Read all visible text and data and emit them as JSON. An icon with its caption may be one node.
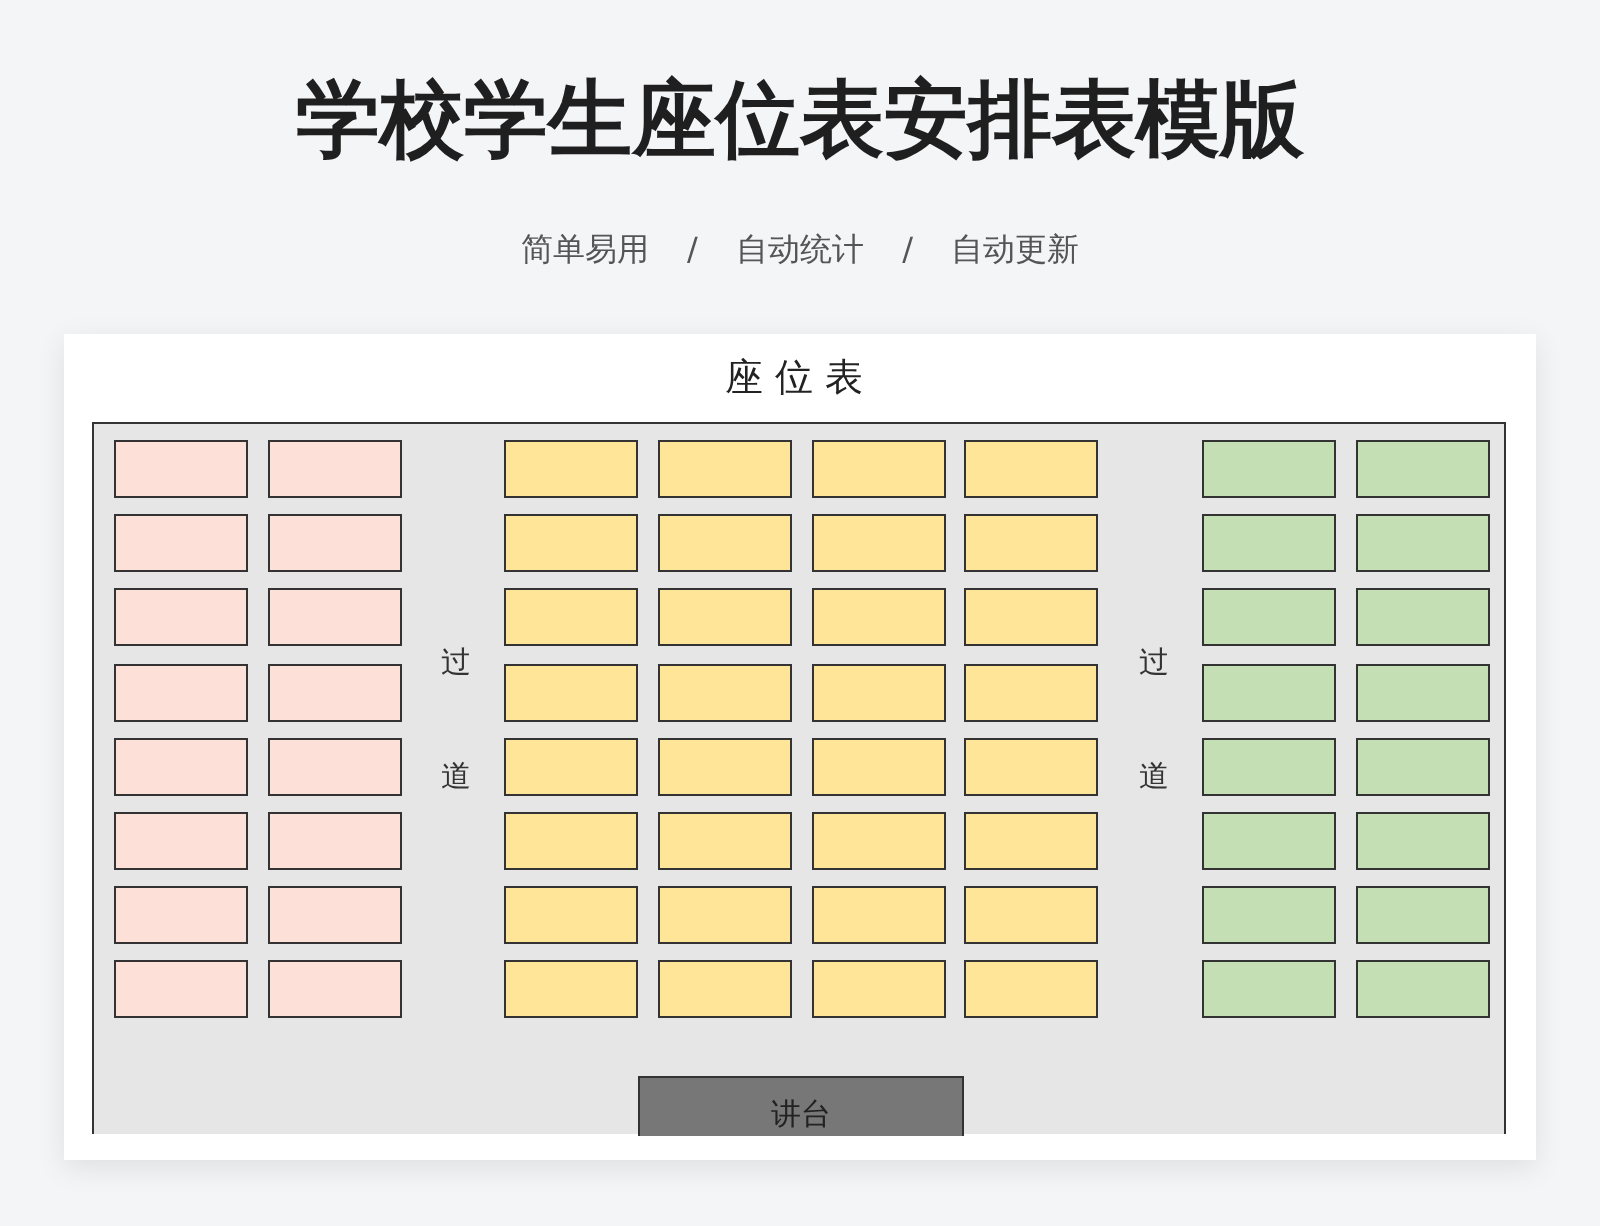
{
  "diagram": {
    "title": "学校学生座位表安排表模版",
    "nodes": [
      {
        "text": [
          "座位表"
        ]
      },
      {
        "text": [],
        "shape": "box",
        "in": 0
      },
      {
        "text": [],
        "shape": "box",
        "in": 1
      },
      {
        "text": [],
        "shape": "box",
        "in": 1
      },
      {
        "text": [],
        "shape": "box",
        "in": 1
      },
      {
        "text": [],
        "shape": "box",
        "in": 1
      },
      {
        "text": [],
        "shape": "box",
        "in": 1
      },
      {
        "text": [],
        "shape": "box",
        "in": 1
      },
      {
        "text": [],
        "shape": "box",
        "in": 1
      },
      {
        "text": [],
        "shape": "box",
        "in": 1
      },
      {
        "text": [],
        "shape": "box",
        "in": 1
      },
      {
        "text": [],
        "shape": "box",
        "in": 1
      },
      {
        "text": [],
        "shape": "box",
        "in": 1
      },
      {
        "text": [],
        "shape": "box",
        "in": 1
      },
      {
        "text": [],
        "shape": "box",
        "in": 1
      },
      {
        "text": [],
        "shape": "box",
        "in": 1
      },
      {
        "text": [],
        "shape": "box",
        "in": 1
      },
      {
        "text": [],
        "shape": "box",
        "in": 1
      },
      {
        "text": [],
        "shape": "box",
        "in": 1
      },
      {
        "text": [],
        "shape": "box",
        "in": 1
      },
      {
        "text": [],
        "shape": "box",
        "in": 1
      },
      {
        "text": [],
        "shape": "box",
        "in": 1
      },
      {
        "text": [],
        "shape": "box",
        "in": 1
      },
      {
        "text": [],
        "shape": "box",
        "in": 1
      },
      {
        "text": [],
        "shape": "box",
        "in": 1
      },
      {
        "text": [],
        "shape": "box",
        "in": 1
      },
      {
        "text": [],
        "shape": "box",
        "in": 1
      },
      {
        "text": [],
        "shape": "box",
        "in": 1
      },
      {
        "text": [],
        "shape": "box",
        "in": 1
      },
      {
        "text": [],
        "shape": "box",
        "in": 1
      },
      {
        "text": [],
        "shape": "box",
        "in": 1
      },
      {
        "text": [],
        "shape": "box",
        "in": 1
      },
      {
        "text": [],
        "shape": "box",
        "in": 1
      },
      {
        "text": [],
        "shape": "box",
        "in": 1
      },
      {
        "text": [],
        "shape": "box",
        "in": 1
      },
      {
        "text": [],
        "shape": "box",
        "in": 1
      },
      {
        "text": [],
        "shape": "box",
        "in": 1
      },
      {
        "text": [],
        "shape": "box",
        "in": 1
      },
      {
        "text": [],
        "shape": "box",
        "in": 1
      },
      {
        "text": [],
        "shape": "box",
        "in": 1
      },
      {
        "text": [],
        "shape": "box",
        "in": 1
      },
      {
        "text": [],
        "shape": "box",
        "in": 1
      },
      {
        "text": [],
        "shape": "box",
        "in": 1
      },
      {
        "text": [],
        "shape": "box",
        "in": 1
      },
      {
        "text": [],
        "shape": "box",
        "in": 1
      },
      {
        "text": [],
        "shape": "box",
        "in": 1
      },
      {
        "text": [],
        "shape": "box",
        "in": 1
      },
      {
        "text": [],
        "shape": "box",
        "in": 1
      },
      {
        "text": [],
        "shape": "box",
        "in": 1
      },
      {
        "text": [],
        "shape": "box",
        "in": 1
      },
      {
        "text": [],
        "shape": "box",
        "in": 1
      },
      {
        "text": [],
        "shape": "box",
        "in": 1
      },
      {
        "text": [],
        "shape": "box",
        "in": 1
      },
      {
        "text": [],
        "shape": "box",
        "in": 1
      },
      {
        "text": [],
        "shape": "box",
        "in": 1
      },
      {
        "text": [],
        "shape": "box",
        "in": 1
      },
      {
        "text": [],
        "shape": "box",
        "in": 1
      },
      {
        "text": [],
        "shape": "box",
        "in": 1
      },
      {
        "text": [],
        "shape": "box",
        "in": 1
      },
      {
        "text": [],
        "shape": "box",
        "in": 1
      },
      {
        "text": [],
        "shape": "box",
        "in": 1
      },
      {
        "text": [],
        "shape": "box",
        "in": 1
      },
      {
        "text": [],
        "shape": "box",
        "in": 1
      },
      {
        "text": [],
        "shape": "box",
        "in": 1
      },
      {
        "text": [],
        "shape": "box",
        "in": 1
      },
      {
        "text": [],
        "shape": "box",
        "in": 1
      },
      {
        "text": [
          "讲台"
        ],
        "in": 1
      }
    ],
    "labels": [
      "简单易用 / 自动统计 / 自动更新",
      "过道",
      "过道"
    ]
  }
}
